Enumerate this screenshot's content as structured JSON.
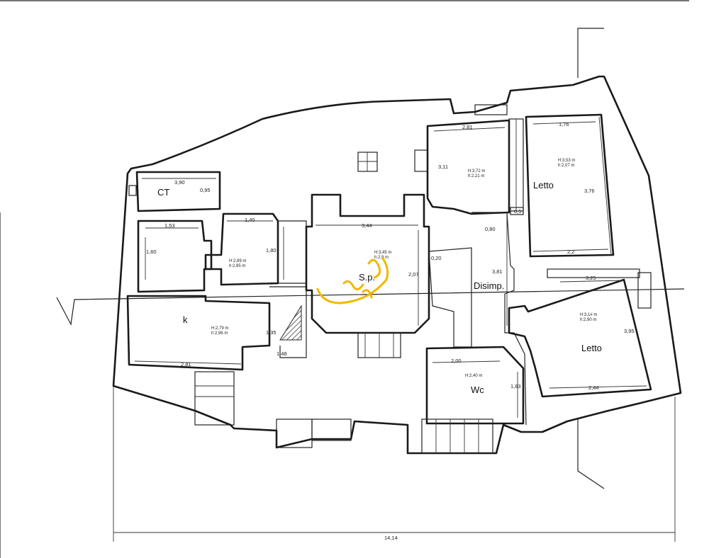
{
  "rooms": {
    "ct": "CT",
    "k": "k",
    "sp": "S.p.",
    "disimp": "Disimp.",
    "letto_top": "Letto",
    "letto_bottom": "Letto",
    "wc": "Wc"
  },
  "heights": {
    "small_room": [
      "H:2,89 m",
      "h:2,85 m"
    ],
    "k": [
      "H:2,79 m",
      "h:2,96 m"
    ],
    "sp": [
      "H:3,45 m",
      "h:2,9 m"
    ],
    "room_top_center": [
      "H:3,72 m",
      "h:2,21 m"
    ],
    "letto_top": [
      "H:3,53 m",
      "h:2,07 m"
    ],
    "letto_bottom": [
      "H:3,1# m",
      "h:2,90 m"
    ],
    "wc": [
      "H:2,40 m"
    ]
  },
  "dimensions": {
    "ct_width": "3,90",
    "ct_height": "0,95",
    "room_a_width": "1,53",
    "room_a_height": "1,60",
    "small_room_width": "1,40",
    "small_room_height": "1,80",
    "sp_width": "3,44",
    "sp_height": "2,07",
    "top_room_width": "2,81",
    "top_room_height": "3,11",
    "letto_top_width": "1,76",
    "letto_top_height": "3,76",
    "letto_top_bottom": "2,2",
    "corridor_a": "0,80",
    "corridor_b": "0,20",
    "disimp_height": "3,81",
    "k_height": "1,35",
    "k_small": "1,48",
    "k_width": "2,81",
    "letto_bottom_top": "3,25",
    "letto_bottom_height": "3,95",
    "letto_bottom_width": "2,44",
    "wc_width": "2,00",
    "wc_height": "1,83",
    "wall_small": "0,5",
    "total_width": "14,14"
  },
  "colors": {
    "line": "#1a1a1a",
    "annotation": "#f0b800"
  }
}
